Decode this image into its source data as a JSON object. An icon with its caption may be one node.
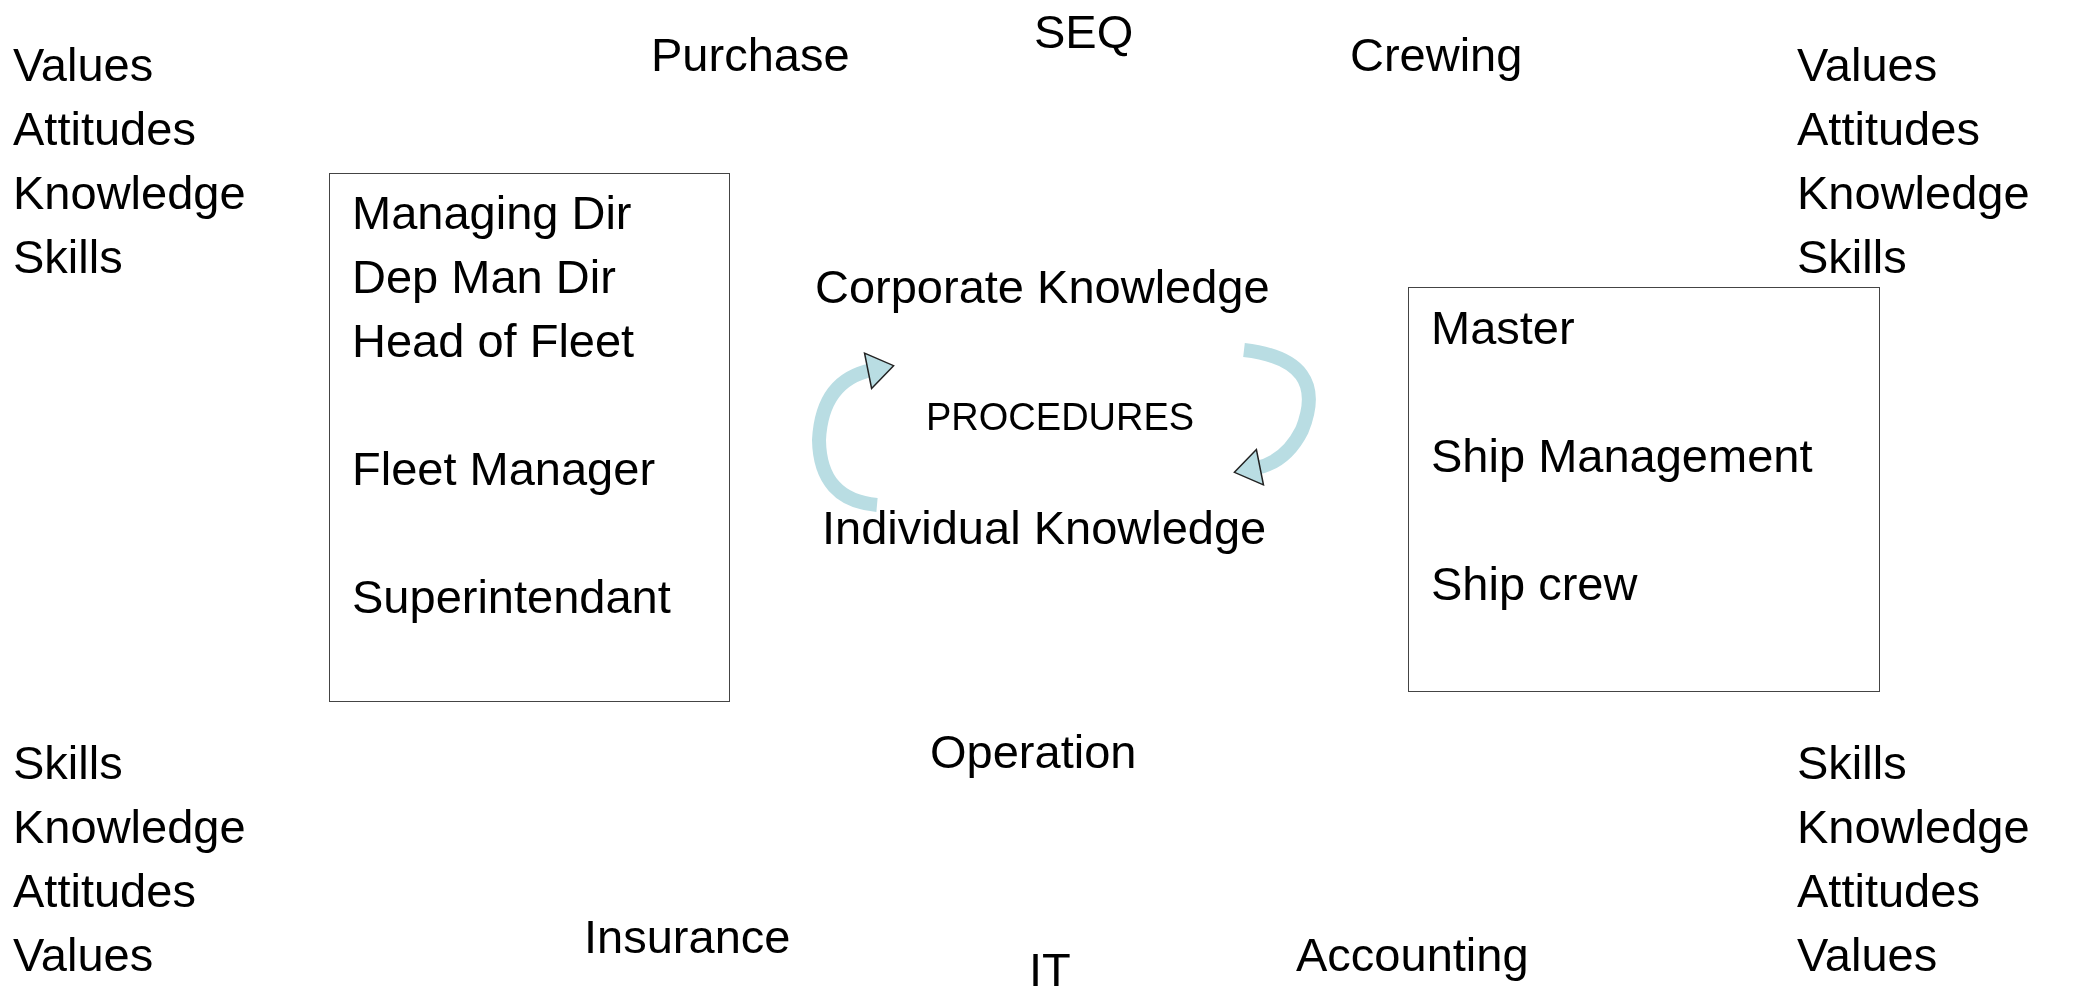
{
  "diagram": {
    "nodes": [
      {
        "text": [
          "Managing Dir",
          "Dep Man Dir",
          "Head of Fleet",
          "Fleet Manager",
          "Superintendant"
        ]
      },
      {
        "text": [
          "Corporate Knowledge"
        ]
      },
      {
        "text": [
          "Individual Knowledge"
        ]
      },
      {
        "text": [
          "Master",
          "Ship Management",
          "Ship crew"
        ]
      }
    ],
    "edges": [
      {
        "from": 1,
        "to": 2,
        "arrow": "to"
      },
      {
        "from": 2,
        "to": 1,
        "arrow": "to"
      }
    ],
    "labels": [
      "Values",
      "Attitudes",
      "Knowledge",
      "Skills",
      "Purchase",
      "SEQ",
      "Crewing",
      "Values",
      "Attitudes",
      "Knowledge",
      "Skills",
      "PROCEDURES",
      "Operation",
      "Skills",
      "Knowledge",
      "Attitudes",
      "Values",
      "Skills",
      "Knowledge",
      "Attitudes",
      "Values",
      "Insurance",
      "IT",
      "Accounting"
    ]
  }
}
